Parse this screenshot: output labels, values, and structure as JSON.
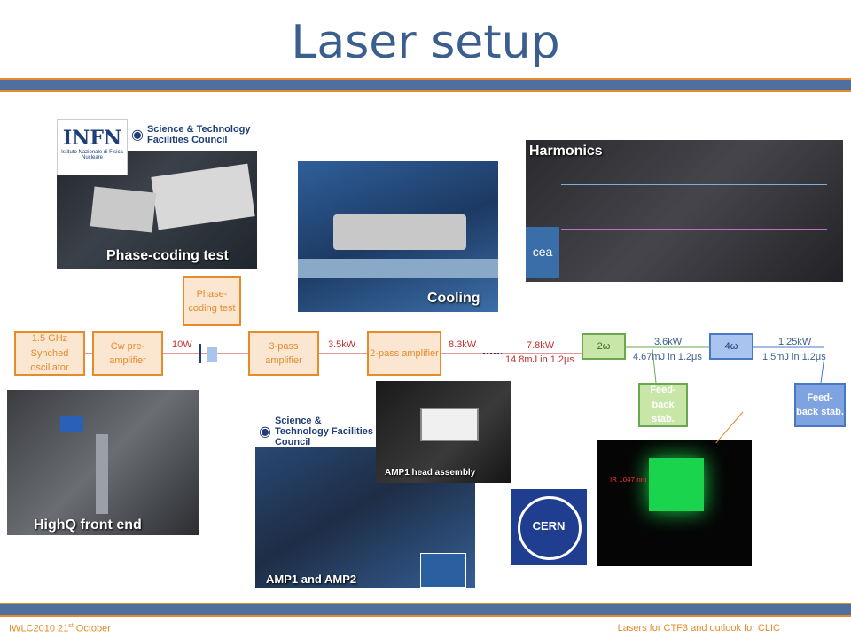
{
  "title": "Laser setup",
  "photos": {
    "phase_coding": "Phase-coding test",
    "cooling": "Cooling",
    "harmonics": "Harmonics",
    "highq": "HighQ front end",
    "amp1_head": "AMP1 head assembly",
    "amp1_amp2": "AMP1 and AMP2"
  },
  "logos": {
    "infn": "INFN",
    "infn_sub": "Istituto Nazionale di Fisica Nucleare",
    "stfc": "Science & Technology Facilities Council",
    "cern": "CERN",
    "cea": "cea"
  },
  "diagram": {
    "osc": "1.5 GHz Synched oscillator",
    "cw": "Cw pre-amplifier",
    "phase": "Phase-coding test",
    "amp3": "3-pass amplifier",
    "amp2": "2-pass amplifier",
    "h2": "2ω",
    "h4": "4ω",
    "fb1": "Feed-back stab.",
    "fb2": "Feed-back stab.",
    "p10w": "10W",
    "p35": "3.5kW",
    "p83": "8.3kW",
    "p78": "7.8kW",
    "e148": "14.8mJ in 1.2μs",
    "p36": "3.6kW",
    "e467": "4.67mJ in 1.2μs",
    "p125": "1.25kW",
    "e15": "1.5mJ in 1.2μs"
  },
  "ir_label": "IR 1047 nm",
  "footer": {
    "left_main": "IWLC2010  21",
    "left_sup": "st",
    "left_end": " October",
    "right": "Lasers for CTF3 and outlook for CLIC"
  }
}
